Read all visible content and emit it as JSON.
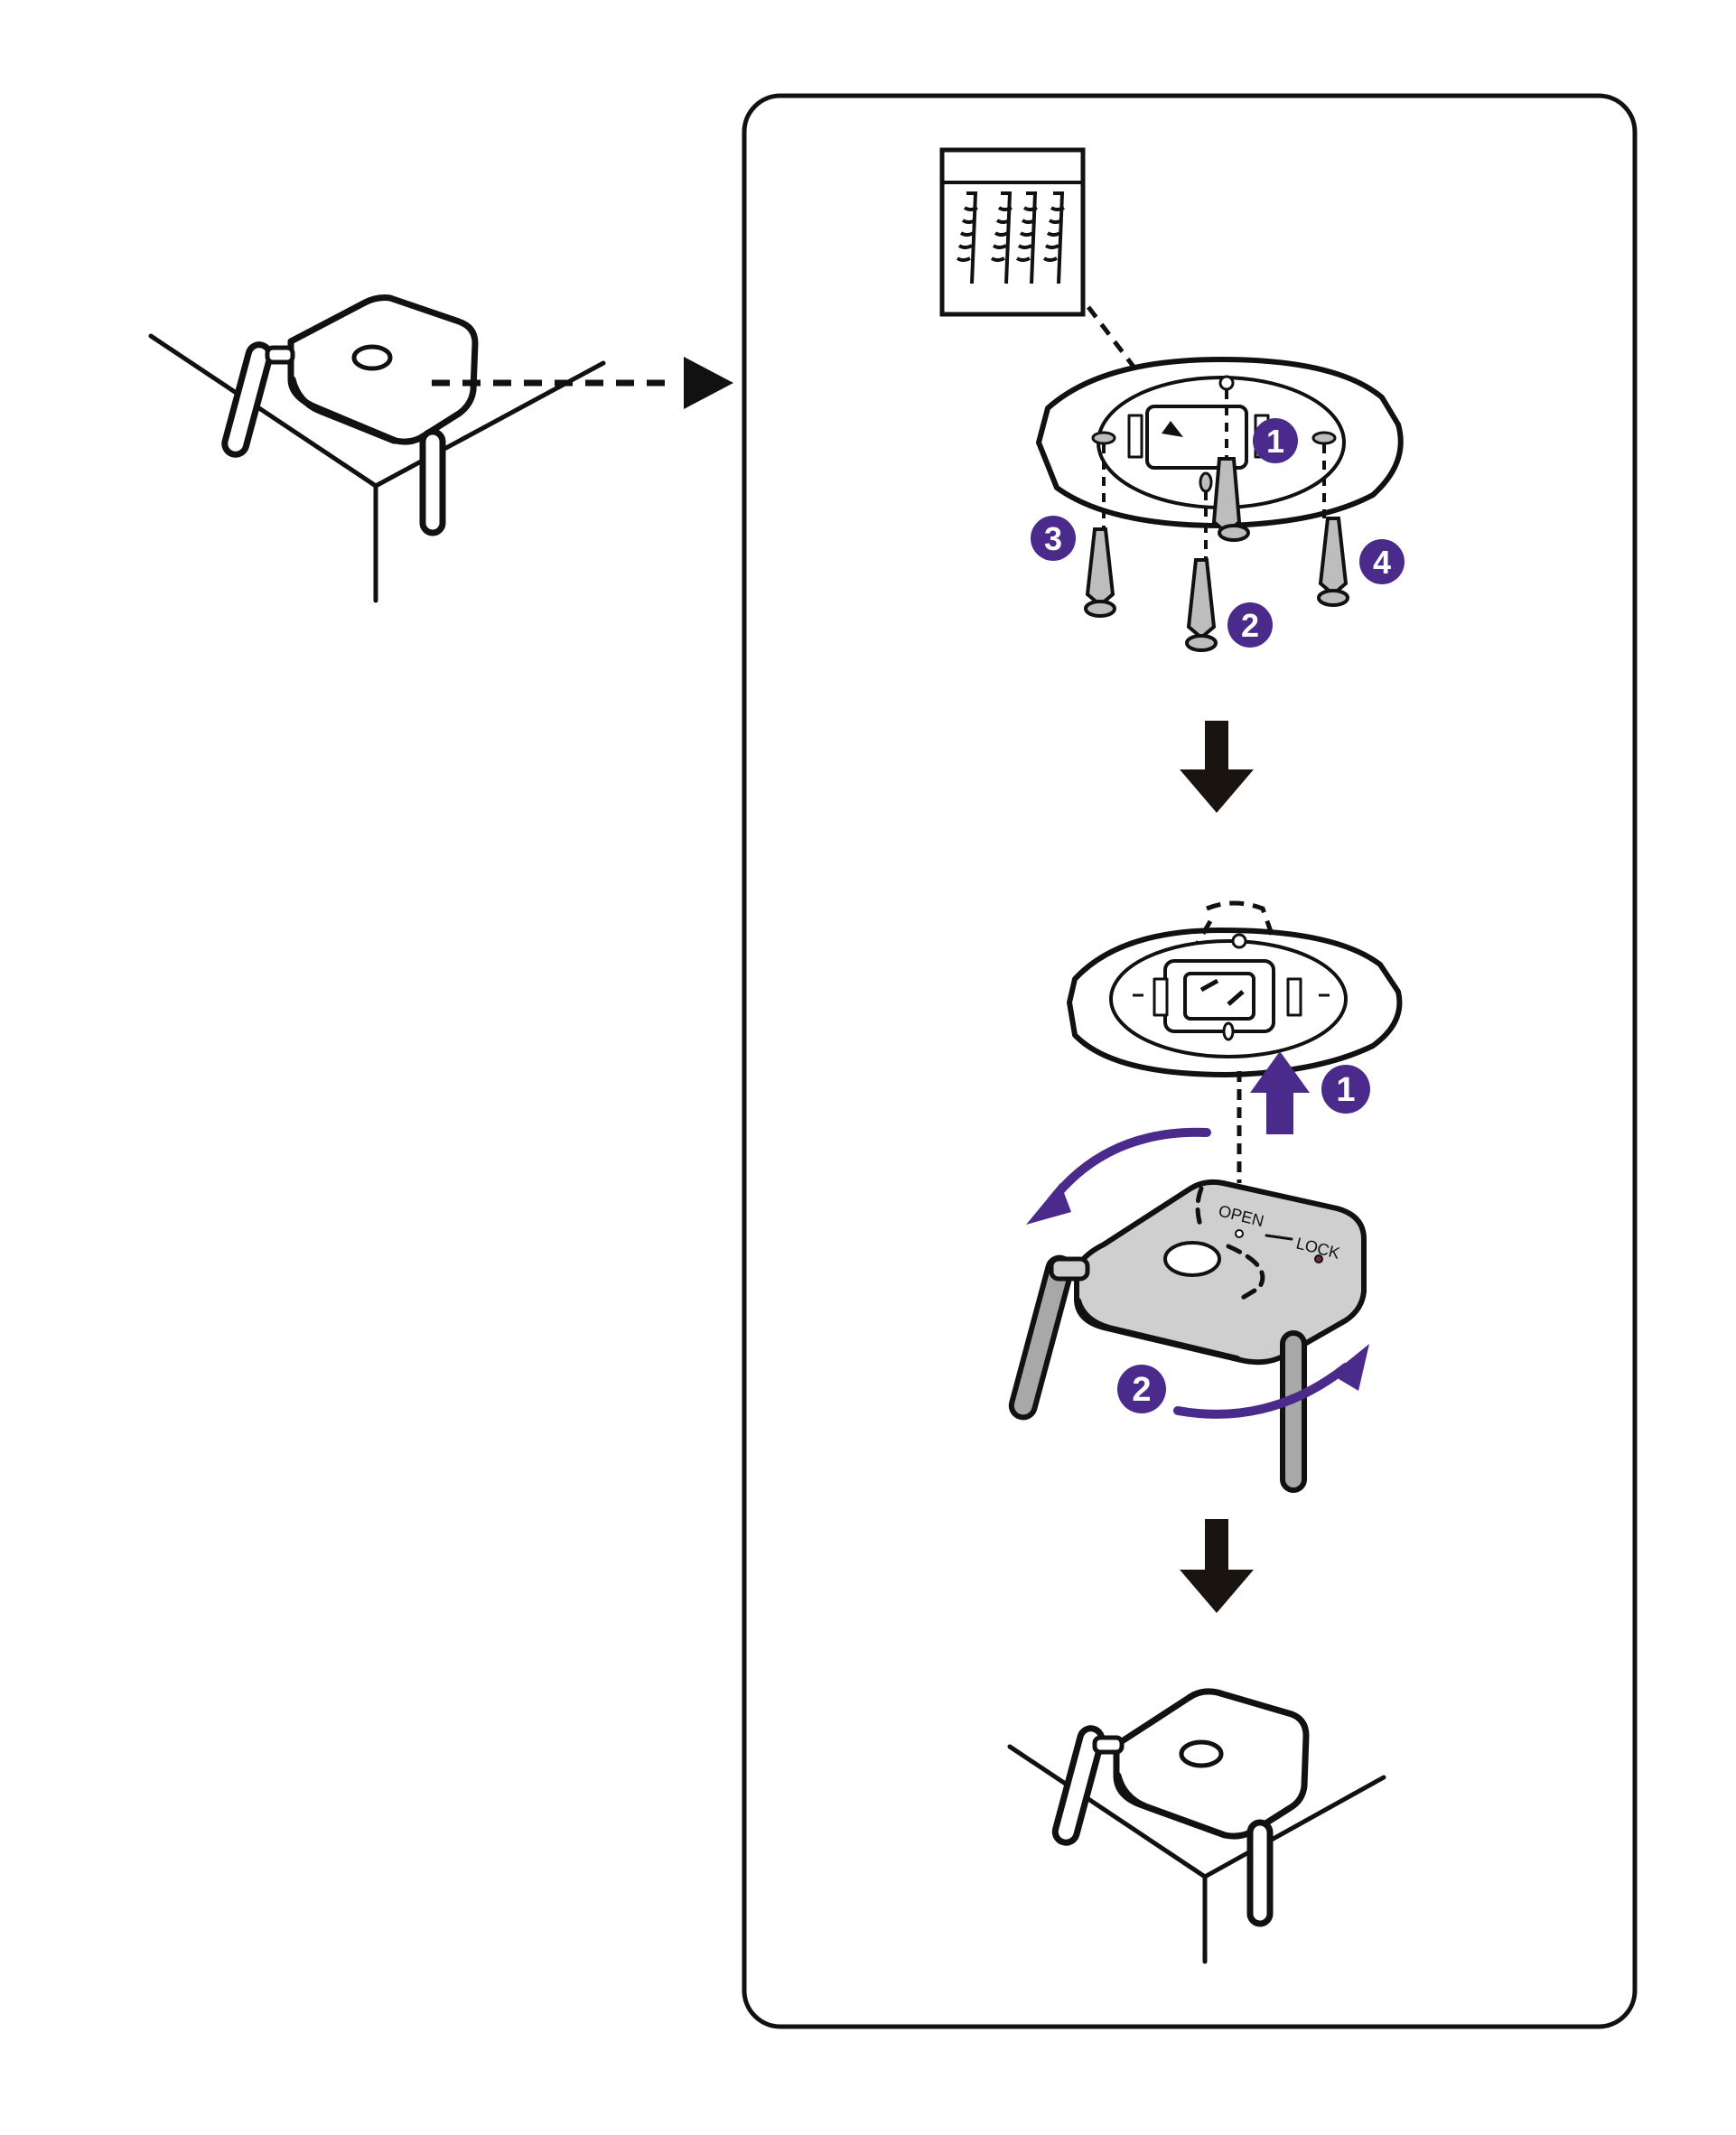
{
  "colors": {
    "accent": "#4a2b8c",
    "line": "#111111",
    "device_fill": "#cfcfcf",
    "screw_fill": "#bdbdbd",
    "background": "#ffffff"
  },
  "step1": {
    "badges": [
      "1",
      "2",
      "3",
      "4"
    ]
  },
  "step2": {
    "lift_badge": "1",
    "rotate_badge": "2",
    "device_labels": {
      "open": "OPEN",
      "lock": "LOCK"
    }
  },
  "icons": [
    "screw-pack-icon",
    "down-arrow-icon",
    "right-arrow-icon",
    "rotate-arrow-icon",
    "up-arrow-icon"
  ]
}
